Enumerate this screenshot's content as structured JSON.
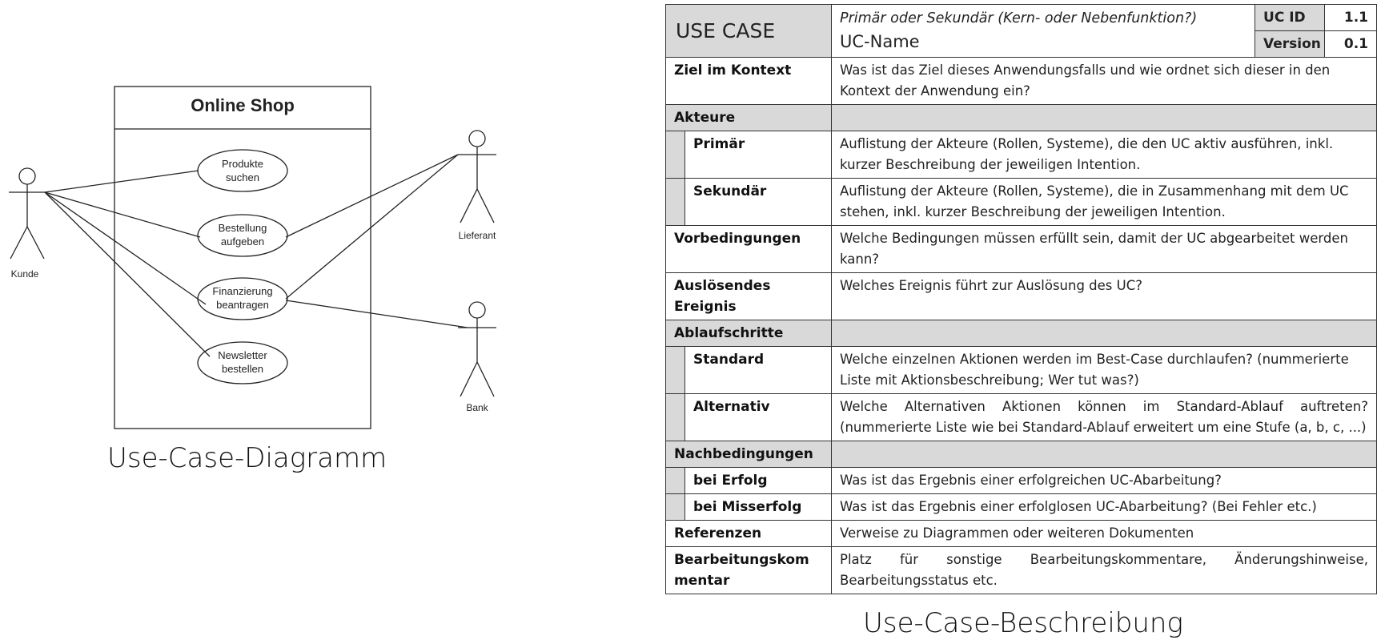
{
  "diagram": {
    "system_name": "Online Shop",
    "actors": {
      "kunde": "Kunde",
      "lieferant": "Lieferant",
      "bank": "Bank"
    },
    "use_cases": [
      [
        "Produkte",
        "suchen"
      ],
      [
        "Bestellung",
        "aufgeben"
      ],
      [
        "Finanzierung",
        "beantragen"
      ],
      [
        "Newsletter",
        "bestellen"
      ]
    ],
    "caption": "Use-Case-Diagramm"
  },
  "template": {
    "header": {
      "use_case": "USE CASE",
      "type_hint": "Primär oder Sekundär (Kern- oder Nebenfunktion?)",
      "uc_name": "UC-Name",
      "uc_id_label": "UC ID",
      "uc_id_value": "1.1",
      "version_label": "Version",
      "version_value": "0.1"
    },
    "rows": {
      "ziel_label": "Ziel im Kontext",
      "ziel_text": "Was ist das Ziel dieses Anwendungsfalls und wie ordnet sich dieser in den Kontext der Anwendung ein?",
      "akteure_label": "Akteure",
      "primaer_label": "Primär",
      "primaer_text": "Auflistung der Akteure (Rollen, Systeme), die den UC aktiv ausführen, inkl. kurzer Beschreibung der jeweiligen Intention.",
      "sekundaer_label": "Sekundär",
      "sekundaer_text": "Auflistung der Akteure (Rollen, Systeme), die in Zusammenhang mit dem UC stehen, inkl. kurzer Beschreibung der jeweiligen Intention.",
      "vorbed_label": "Vorbedingungen",
      "vorbed_text": "Welche Bedingungen müssen erfüllt sein, damit der UC abgearbeitet werden kann?",
      "ausloes_label": "Auslösendes Ereignis",
      "ausloes_text": "Welches Ereignis führt zur Auslösung des UC?",
      "ablauf_label": "Ablaufschritte",
      "standard_label": "Standard",
      "standard_text": "Welche einzelnen Aktionen werden im Best-Case durchlaufen? (nummerierte Liste mit Aktionsbeschreibung; Wer tut was?)",
      "alternativ_label": "Alternativ",
      "alternativ_text": "Welche Alternativen Aktionen können im Standard-Ablauf auftreten? (nummerierte Liste wie bei Standard-Ablauf erweitert um eine Stufe (a, b, c, ...)",
      "nachbed_label": "Nachbedingungen",
      "erfolg_label": "bei Erfolg",
      "erfolg_text": "Was ist das Ergebnis einer erfolgreichen UC-Abarbeitung?",
      "misserfolg_label": "bei Misserfolg",
      "misserfolg_text": "Was ist das Ergebnis einer erfolglosen UC-Abarbeitung? (Bei Fehler etc.)",
      "ref_label": "Referenzen",
      "ref_text": "Verweise zu Diagrammen oder weiteren Dokumenten",
      "kommentar_label": "Bearbeitungskom mentar",
      "kommentar_text": "Platz für sonstige Bearbeitungskommentare, Änderungshinweise, Bearbeitungsstatus etc."
    },
    "caption": "Use-Case-Beschreibung"
  }
}
